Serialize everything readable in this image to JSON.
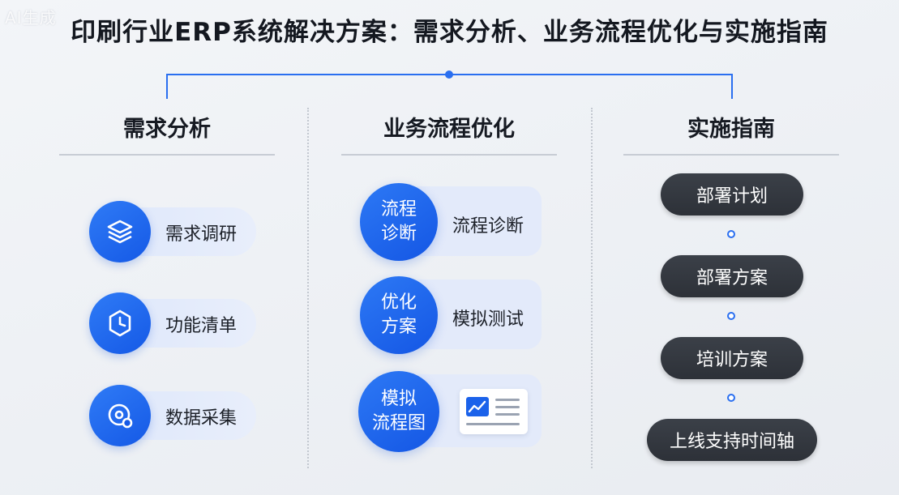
{
  "watermark": "AI生成",
  "title": "印刷行业ERP系统解决方案：需求分析、业务流程优化与实施指南",
  "columns": {
    "left": {
      "title": "需求分析",
      "items": [
        {
          "label": "需求调研",
          "icon": "layers-icon"
        },
        {
          "label": "功能清单",
          "icon": "clock-icon"
        },
        {
          "label": "数据采集",
          "icon": "data-search-icon"
        }
      ]
    },
    "middle": {
      "title": "业务流程优化",
      "items": [
        {
          "circle_line1": "流程",
          "circle_line2": "诊断",
          "label": "流程诊断"
        },
        {
          "circle_line1": "优化",
          "circle_line2": "方案",
          "label": "模拟测试"
        },
        {
          "circle_line1": "模拟",
          "circle_line2": "流程图",
          "icon": "chart-document-icon"
        }
      ]
    },
    "right": {
      "title": "实施指南",
      "steps": [
        "部署计划",
        "部署方案",
        "培训方案",
        "上线支持时间轴"
      ]
    }
  },
  "colors": {
    "accent": "#1b62ea",
    "dark_pill": "#33373e",
    "pill_bg": "#e1e9fb"
  }
}
